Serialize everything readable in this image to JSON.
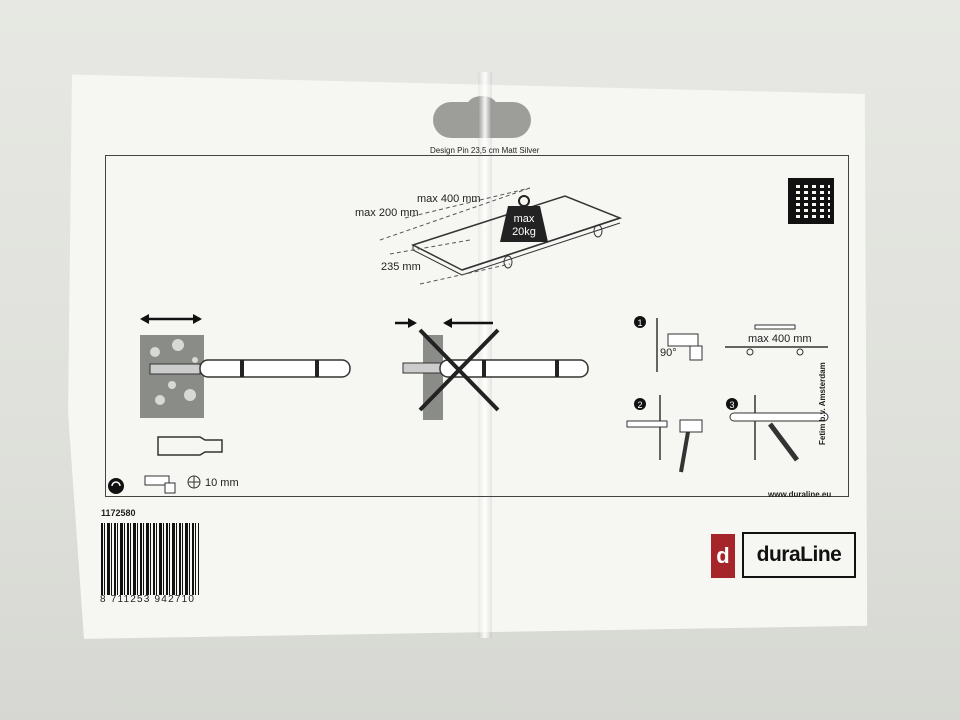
{
  "package": {
    "product_title": "Design Pin 23,5 cm Matt Silver",
    "article_number": "1172580",
    "barcode_number": "8 711253 942710",
    "website": "www.duraline.eu",
    "distributor": "Fetim b.v. Amsterdam",
    "brand": {
      "mark": "d",
      "name": "duraLine"
    }
  },
  "diagram": {
    "shelf": {
      "depth_label": "max 400 mm",
      "spacing_label": "max 200 mm",
      "length_label": "235 mm",
      "weight_label_line1": "max",
      "weight_label_line2": "20kg"
    },
    "drill_angle": "90°",
    "support_spacing": "max 400 mm",
    "drill_size": "10 mm",
    "steps": [
      "1",
      "2",
      "3"
    ]
  }
}
